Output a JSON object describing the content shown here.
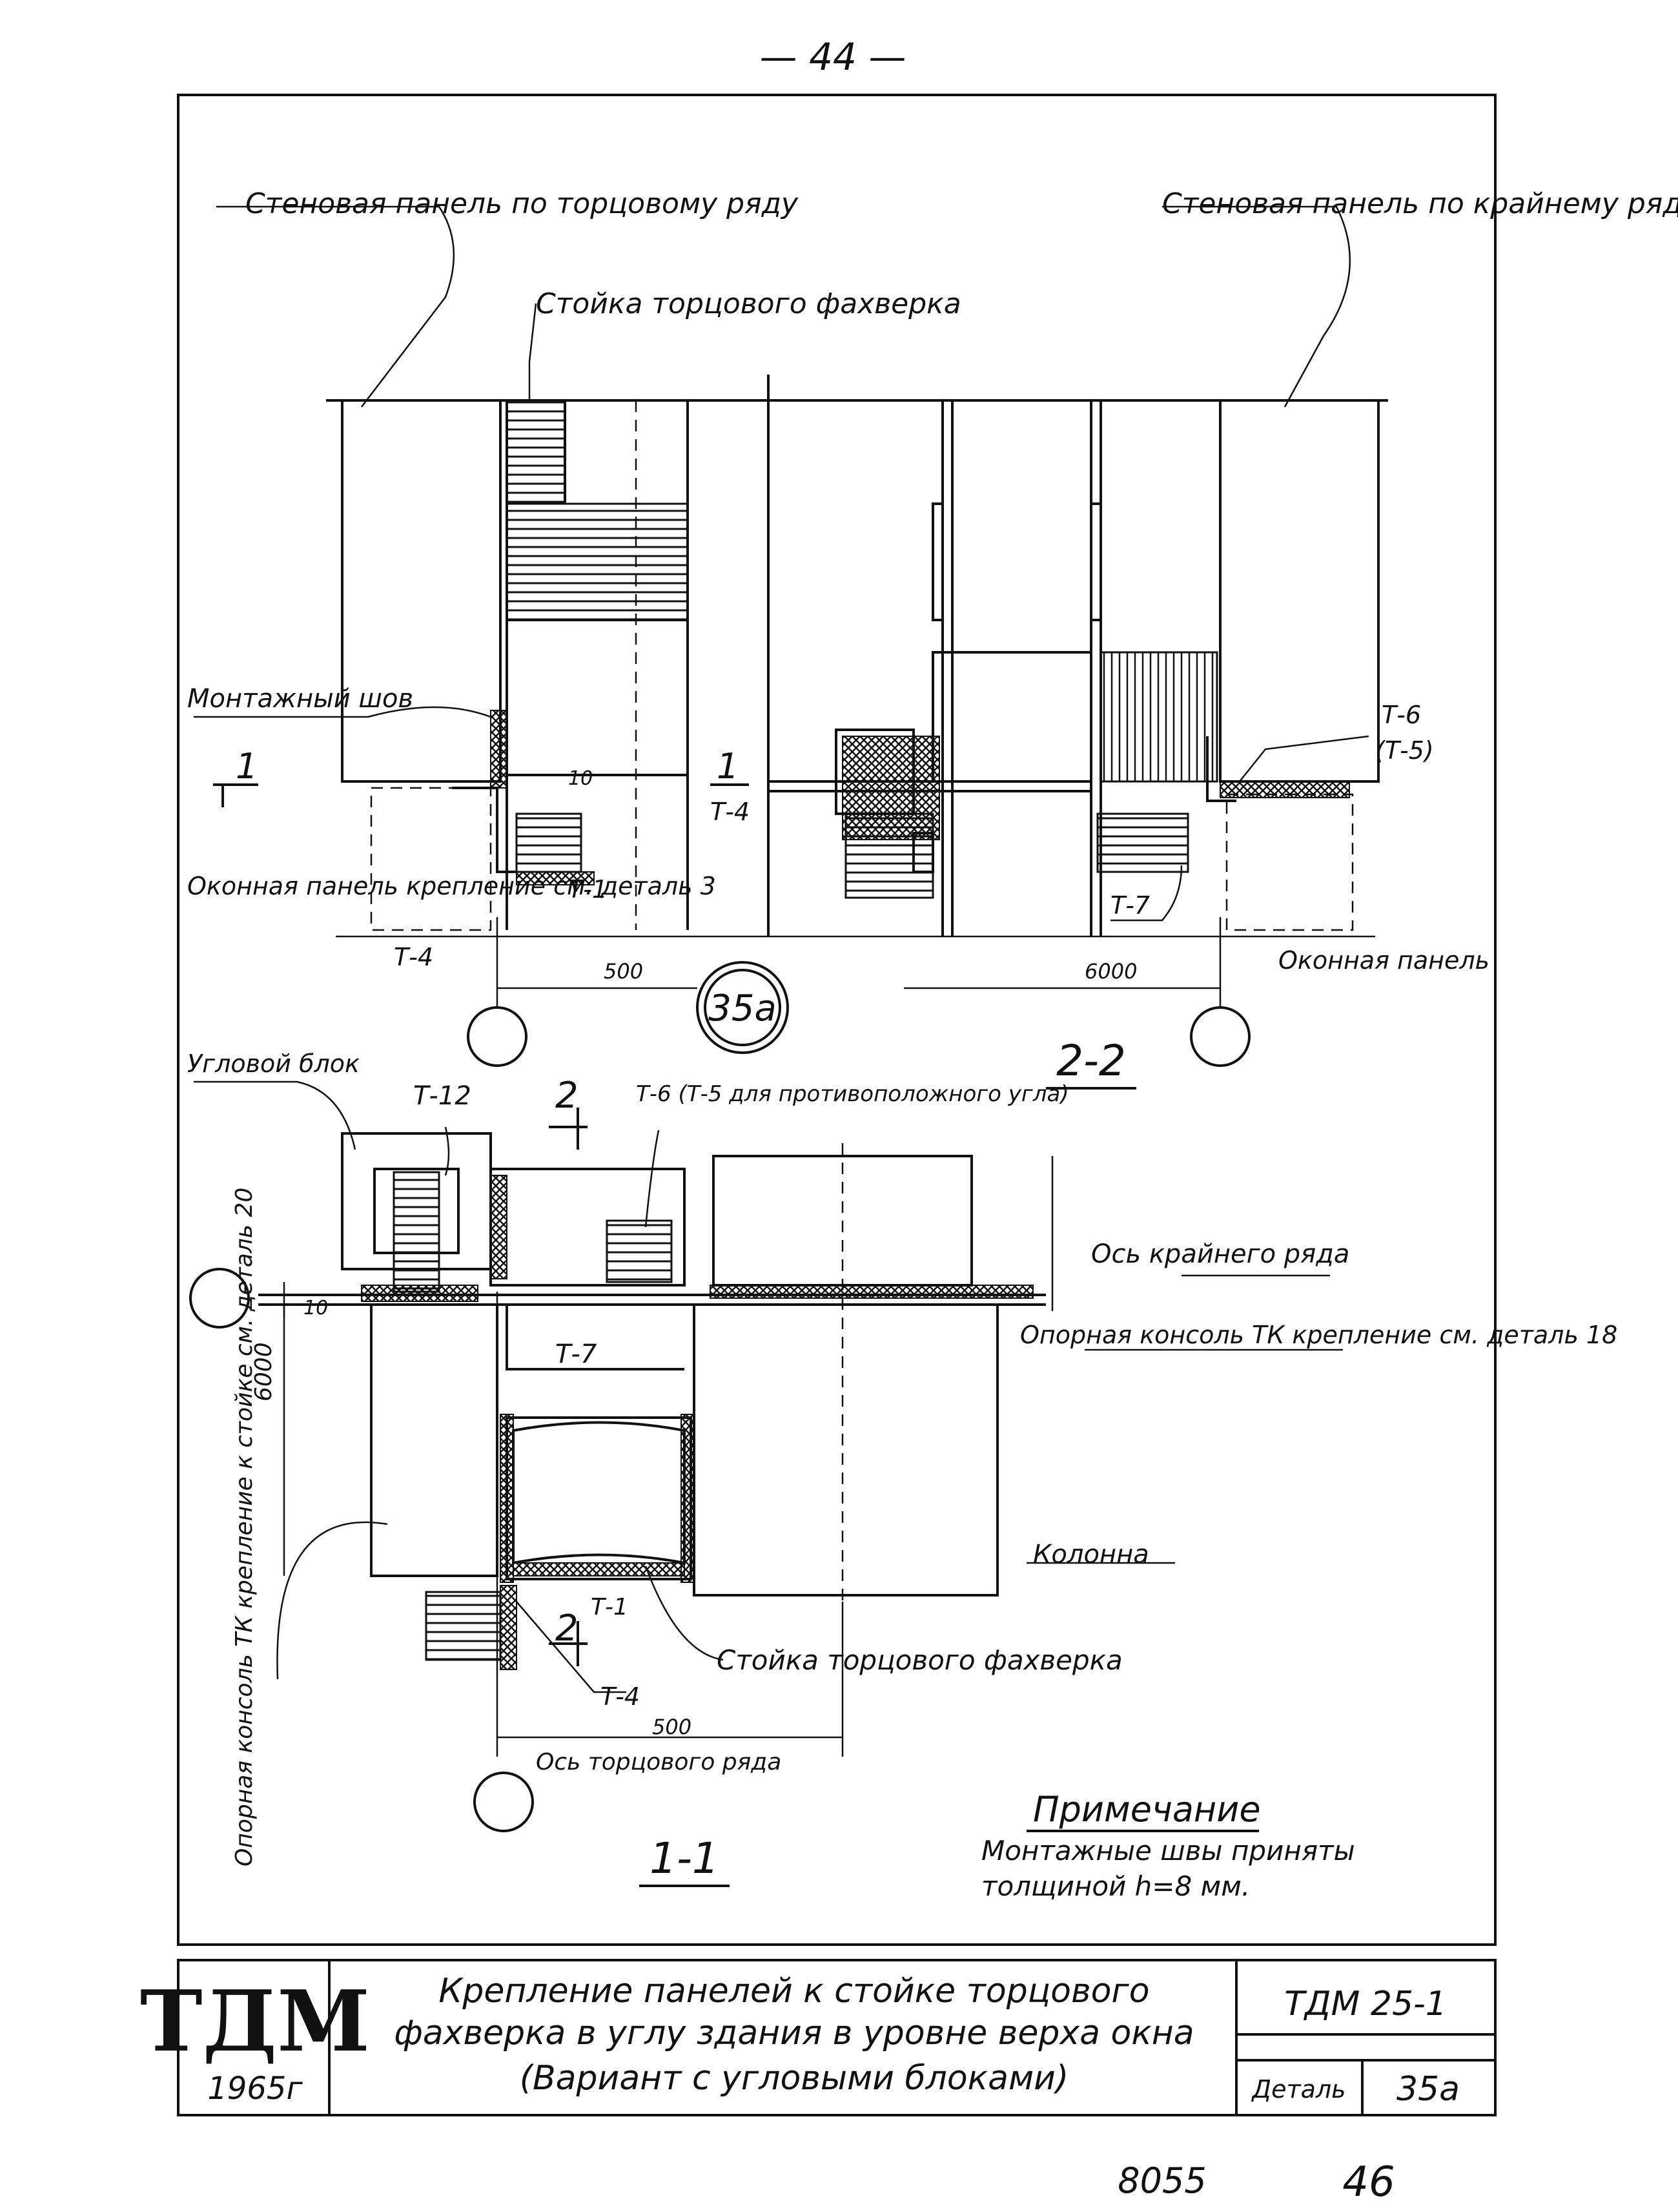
{
  "page_number": "— 44 —",
  "labels": {
    "wall_panel_end": "Стеновая панель по торцовому ряду",
    "wall_panel_outer": "Стеновая панель по крайнему ряду",
    "end_post_top": "Стойка торцового фахверка",
    "mounting_seam": "Монтажный шов",
    "window_panel_left": "Оконная панель крепление см. деталь 3",
    "window_panel_right": "Оконная панель",
    "corner_block": "Угловой блок",
    "t6_note": "Т-6 (Т-5 для противоположного угла)",
    "outer_row_axis": "Ось крайнего ряда",
    "support_console_right": "Опорная консоль ТК крепление см. деталь 18",
    "support_console_left": "Опорная консоль ТК крепление к стойке см. деталь 20",
    "column": "Колонна",
    "end_post_bottom": "Стойка торцового фахверка",
    "end_row_axis": "Ось торцового ряда"
  },
  "marks": {
    "t1": "Т-1",
    "t4": "Т-4",
    "t6": "Т-6",
    "t5_paren": "(Т-5)",
    "t7": "Т-7",
    "t12": "Т-12",
    "dim_500": "500",
    "dim_6000": "6000",
    "dim_10": "10",
    "cut_1": "1",
    "cut_2": "2",
    "detail_35a": "35а",
    "section_22": "2-2",
    "section_11": "1-1"
  },
  "note": {
    "heading": "Примечание",
    "line1": "Монтажные швы приняты",
    "line2": "толщиной h=8 мм."
  },
  "title_block": {
    "stamp": "ТДМ",
    "year": "1965г",
    "title_line1": "Крепление панелей к стойке торцового",
    "title_line2": "фахверка в углу здания в уровне верха окна",
    "title_line3": "(Вариант с угловыми блоками)",
    "code": "ТДМ 25-1",
    "detail_label": "Деталь",
    "detail_value": "35а"
  },
  "footer": {
    "sheet_no": "8055",
    "page": "46"
  }
}
